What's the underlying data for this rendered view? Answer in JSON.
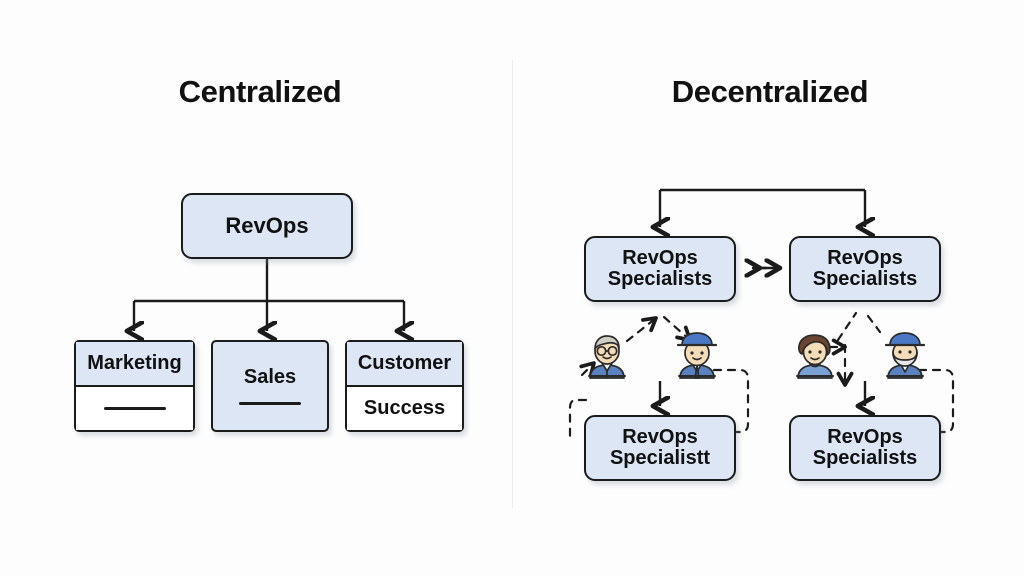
{
  "diagram": {
    "background_color": "#fdfdfd",
    "node_fill": "#dce6f5",
    "node_stroke": "#1b1b1b",
    "divider_color": "#ededed",
    "panels": {
      "left": {
        "title": "Centralized",
        "root": {
          "label": "RevOps"
        },
        "children": [
          {
            "label": "Marketing",
            "sub": "",
            "style": "split-rule"
          },
          {
            "label": "Sales",
            "sub": "",
            "style": "solid-rule"
          },
          {
            "label": "Customer",
            "sub": "Success",
            "style": "split-text"
          }
        ]
      },
      "right": {
        "title": "Decentralized",
        "top_nodes": [
          {
            "line1": "RevOps",
            "line2": "Specialists"
          },
          {
            "line1": "RevOps",
            "line2": "Specialists"
          }
        ],
        "bottom_nodes": [
          {
            "line1": "RevOps",
            "line2": "Specialistt"
          },
          {
            "line1": "RevOps",
            "line2": "Specialists"
          }
        ],
        "avatars": [
          {
            "name": "person-gray-hair-glasses",
            "hair": "#cfcfc7",
            "skin": "#f5dcb9",
            "shirt": "#5b82c0"
          },
          {
            "name": "person-blue-hat",
            "hair": "#4a78c4",
            "skin": "#f5dcb9",
            "shirt": "#5b82c0"
          },
          {
            "name": "person-brown-curly-hair",
            "hair": "#6b4432",
            "skin": "#f5dcb9",
            "shirt": "#7aa0d4"
          },
          {
            "name": "person-blue-hat-beard",
            "hair": "#4a78c4",
            "skin": "#f5dcb9",
            "shirt": "#5b82c0"
          }
        ]
      }
    }
  }
}
